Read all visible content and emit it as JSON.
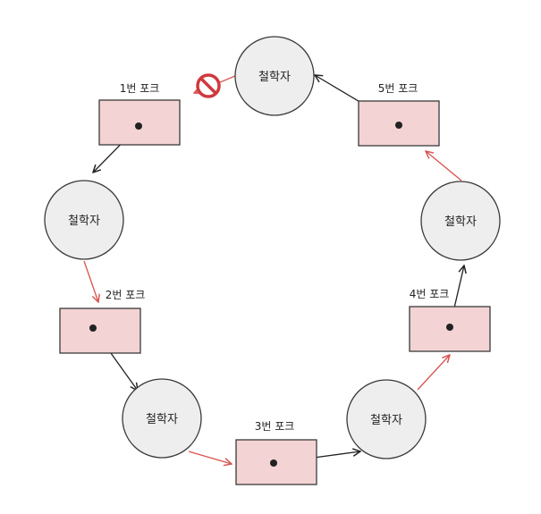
{
  "colors": {
    "philosopher_fill": "#eeeeee",
    "philosopher_stroke": "#3a3a3a",
    "fork_fill": "#f3d3d3",
    "fork_stroke": "#3a3a3a",
    "request_arrow": "#d9534f",
    "hold_arrow": "#222222",
    "blocked_sign": "#d0393e"
  },
  "philosophers": [
    {
      "id": "p1",
      "label": "철학자"
    },
    {
      "id": "p2",
      "label": "철학자"
    },
    {
      "id": "p3",
      "label": "철학자"
    },
    {
      "id": "p4",
      "label": "철학자"
    },
    {
      "id": "p5",
      "label": "철학자"
    }
  ],
  "forks": [
    {
      "id": "f1",
      "label": "1번 포크"
    },
    {
      "id": "f2",
      "label": "2번 포크"
    },
    {
      "id": "f3",
      "label": "3번 포크"
    },
    {
      "id": "f4",
      "label": "4번 포크"
    },
    {
      "id": "f5",
      "label": "5번 포크"
    }
  ],
  "edges": [
    {
      "from": "p1",
      "to": "f1",
      "kind": "request",
      "blocked": true
    },
    {
      "from": "f1",
      "to": "p2",
      "kind": "hold"
    },
    {
      "from": "p2",
      "to": "f2",
      "kind": "request"
    },
    {
      "from": "f2",
      "to": "p3",
      "kind": "hold"
    },
    {
      "from": "p3",
      "to": "f3",
      "kind": "request"
    },
    {
      "from": "f3",
      "to": "p4",
      "kind": "hold"
    },
    {
      "from": "p4",
      "to": "f4",
      "kind": "request"
    },
    {
      "from": "f4",
      "to": "p5",
      "kind": "hold"
    },
    {
      "from": "p5",
      "to": "f5",
      "kind": "request"
    },
    {
      "from": "f5",
      "to": "p1",
      "kind": "hold"
    }
  ],
  "icons": {
    "blocked": "no-entry-icon"
  }
}
